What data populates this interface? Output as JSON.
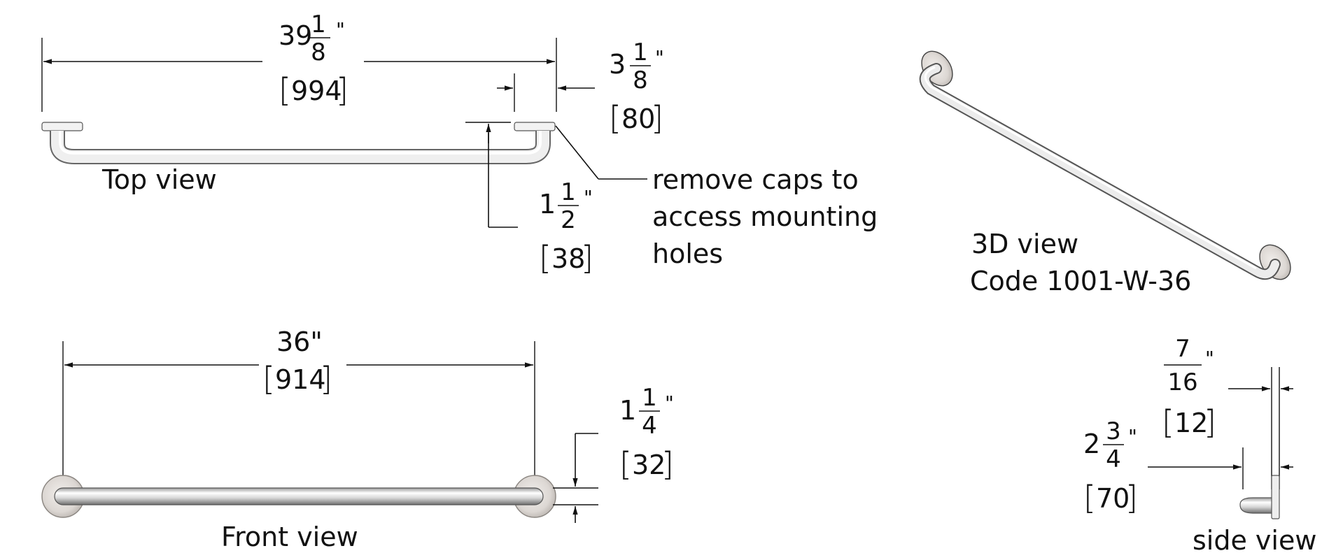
{
  "views": {
    "top": "Top view",
    "front": "Front view",
    "three_d": "3D view",
    "side": "side view"
  },
  "code": "Code 1001-W-36",
  "note": {
    "line1": "remove caps to",
    "line2": "access mounting",
    "line3": "holes"
  },
  "dimensions": {
    "overall_length": {
      "whole": "39",
      "num": "1",
      "den": "8",
      "mark": "\"",
      "mm": "994"
    },
    "flange_diameter": {
      "whole": "3",
      "num": "1",
      "den": "8",
      "mark": "\"",
      "mm": "80"
    },
    "projection_top": {
      "whole": "1",
      "num": "1",
      "den": "2",
      "mark": "\"",
      "mm": "38"
    },
    "center_length": {
      "text": "36\"",
      "mm": "914"
    },
    "tube_diameter": {
      "whole": "1",
      "num": "1",
      "den": "4",
      "mark": "\"",
      "mm": "32"
    },
    "flange_thickness": {
      "num": "7",
      "den": "16",
      "mark": "\"",
      "mm": "12"
    },
    "side_projection": {
      "whole": "2",
      "num": "3",
      "den": "4",
      "mark": "\"",
      "mm": "70"
    }
  },
  "colors": {
    "line": "#111111",
    "metal_light": "#f4f4f4",
    "metal_dark": "#8a8a8a"
  }
}
